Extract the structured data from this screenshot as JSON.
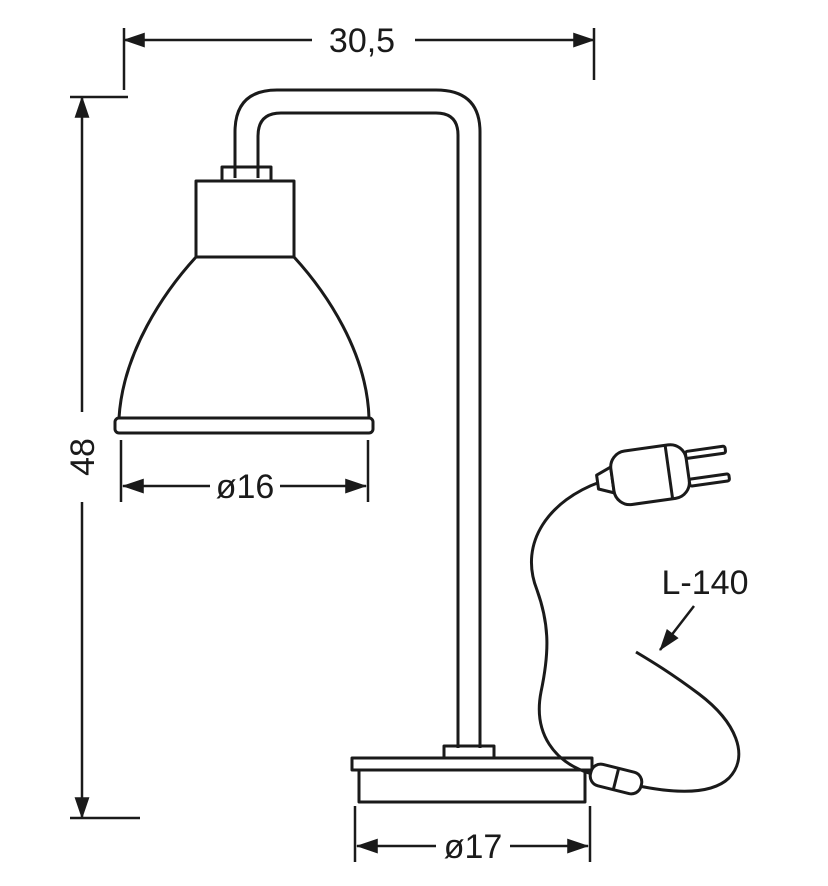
{
  "dimensions": {
    "width_top": "30,5",
    "height_left": "48",
    "shade_diameter": "ø16",
    "base_diameter": "ø17",
    "cable_length": "L-140"
  },
  "colors": {
    "line": "#1a1a1a",
    "background": "#ffffff"
  }
}
